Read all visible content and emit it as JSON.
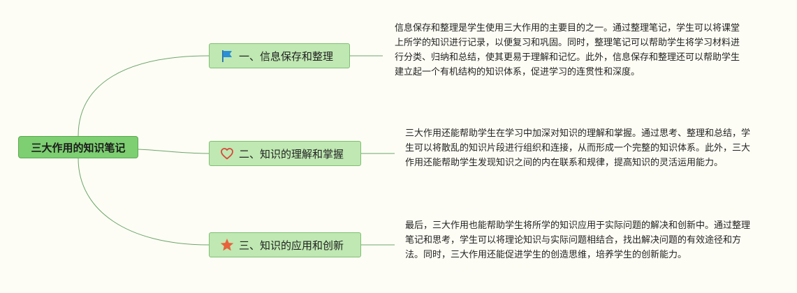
{
  "root": {
    "label": "三大作用的知识笔记"
  },
  "branches": [
    {
      "label": "一、信息保存和整理",
      "icon": "flag-icon",
      "icon_color": "#2b8fd8",
      "description": "信息保存和整理是学生使用三大作用的主要目的之一。通过整理笔记，学生可以将课堂上所学的知识进行记录，以便复习和巩固。同时，整理笔记可以帮助学生将学习材料进行分类、归纳和总结，使其更易于理解和记忆。此外，信息保存和整理还可以帮助学生建立起一个有机结构的知识体系，促进学习的连贯性和深度。"
    },
    {
      "label": "二、知识的理解和掌握",
      "icon": "heart-outline-icon",
      "icon_color": "#d9473a",
      "description": "三大作用还能帮助学生在学习中加深对知识的理解和掌握。通过思考、整理和总结，学生可以将散乱的知识片段进行组织和连接，从而形成一个完整的知识体系。此外，三大作用还能帮助学生发现知识之间的内在联系和规律，提高知识的灵活运用能力。"
    },
    {
      "label": "三、知识的应用和创新",
      "icon": "star-icon",
      "icon_color": "#e8613a",
      "description": "最后，三大作用也能帮助学生将所学的知识应用于实际问题的解决和创新中。通过整理笔记和思考，学生可以将理论知识与实际问题相结合，找出解决问题的有效途径和方法。同时，三大作用还能促进学生的创造思维，培养学生的创新能力。"
    }
  ],
  "colors": {
    "background": "#fefdf5",
    "root_fill": "#7dcf72",
    "branch_fill": "#bfe8b2",
    "connector": "#6aa66a"
  }
}
